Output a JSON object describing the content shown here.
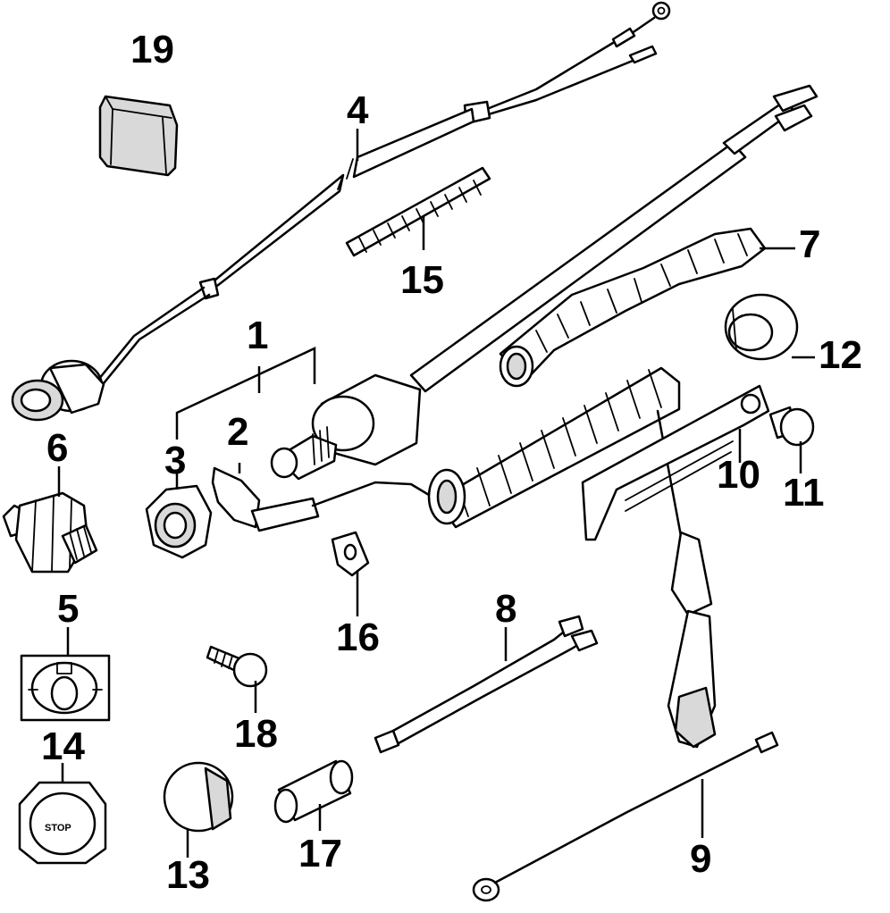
{
  "callouts": [
    {
      "id": "1",
      "text": "1"
    },
    {
      "id": "2",
      "text": "2"
    },
    {
      "id": "3",
      "text": "3"
    },
    {
      "id": "4",
      "text": "4"
    },
    {
      "id": "5",
      "text": "5"
    },
    {
      "id": "6",
      "text": "6"
    },
    {
      "id": "7",
      "text": "7"
    },
    {
      "id": "8",
      "text": "8"
    },
    {
      "id": "9",
      "text": "9"
    },
    {
      "id": "10",
      "text": "10"
    },
    {
      "id": "11",
      "text": "11"
    },
    {
      "id": "12",
      "text": "12"
    },
    {
      "id": "13",
      "text": "13"
    },
    {
      "id": "14",
      "text": "14"
    },
    {
      "id": "15",
      "text": "15"
    },
    {
      "id": "16",
      "text": "16"
    },
    {
      "id": "17",
      "text": "17"
    },
    {
      "id": "18",
      "text": "18"
    },
    {
      "id": "19",
      "text": "19"
    }
  ],
  "decal_text": "STOP"
}
